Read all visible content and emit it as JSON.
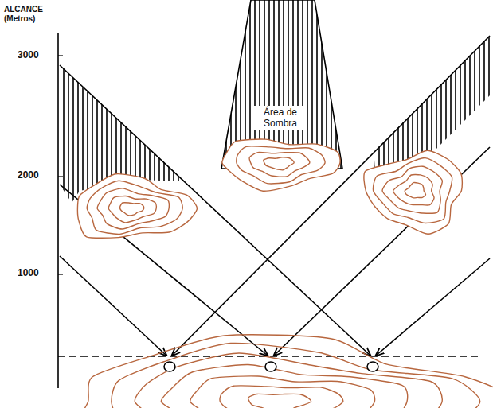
{
  "diagram": {
    "nodes": [
      {
        "text": [
          "Área de Sombra"
        ]
      }
    ],
    "labels": [
      "ALCANCE (Metros)",
      "3000",
      "2000",
      "1000"
    ]
  }
}
